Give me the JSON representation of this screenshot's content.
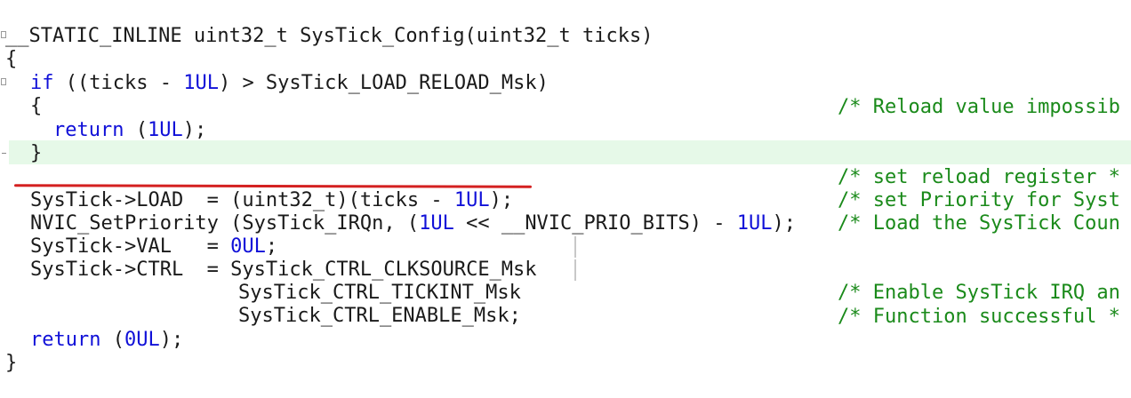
{
  "code": {
    "l1": {
      "text": "__STATIC_INLINE uint32_t SysTick_Config(uint32_t ticks)"
    },
    "l2": {
      "text": "{"
    },
    "l3": {
      "kw": "if",
      "a": " ((ticks - ",
      "n": "1UL",
      "b": ") > SysTick_LOAD_RELOAD_Msk)"
    },
    "l4": {
      "text": "{"
    },
    "l5": {
      "kw": "return",
      "a": " (",
      "n": "1UL",
      "b": ");",
      "comment": "/* Reload value impossib"
    },
    "l6": {
      "text": "}"
    },
    "l8": {
      "a": "SysTick->LOAD  = (uint32_t)(ticks - ",
      "n": "1UL",
      "b": ");",
      "comment": "/* set reload register *"
    },
    "l9": {
      "a": "NVIC_SetPriority (SysTick_IRQn, (",
      "n": "1UL",
      "b": " << __NVIC_PRIO_BITS) - ",
      "n2": "1UL",
      "c": ");",
      "comment": "/* set Priority for Syst"
    },
    "l10": {
      "a": "SysTick->VAL   = ",
      "n": "0UL",
      "b": ";",
      "comment": "/* Load the SysTick Coun"
    },
    "l11": {
      "text": "SysTick->CTRL  = SysTick_CTRL_CLKSOURCE_Msk"
    },
    "l12": {
      "text": "SysTick_CTRL_TICKINT_Msk"
    },
    "l13": {
      "text": "SysTick_CTRL_ENABLE_Msk;",
      "comment": "/* Enable SysTick IRQ an"
    },
    "l14": {
      "kw": "return",
      "a": " (",
      "n": "0UL",
      "b": ");",
      "comment": "/* Function successful *"
    },
    "l15": {
      "text": "}"
    }
  },
  "colors": {
    "keyword": "#1010d8",
    "number": "#1010d8",
    "comment": "#1a8a1a",
    "current_line": "#e6f9e8",
    "annotation_underline": "#d42020"
  }
}
